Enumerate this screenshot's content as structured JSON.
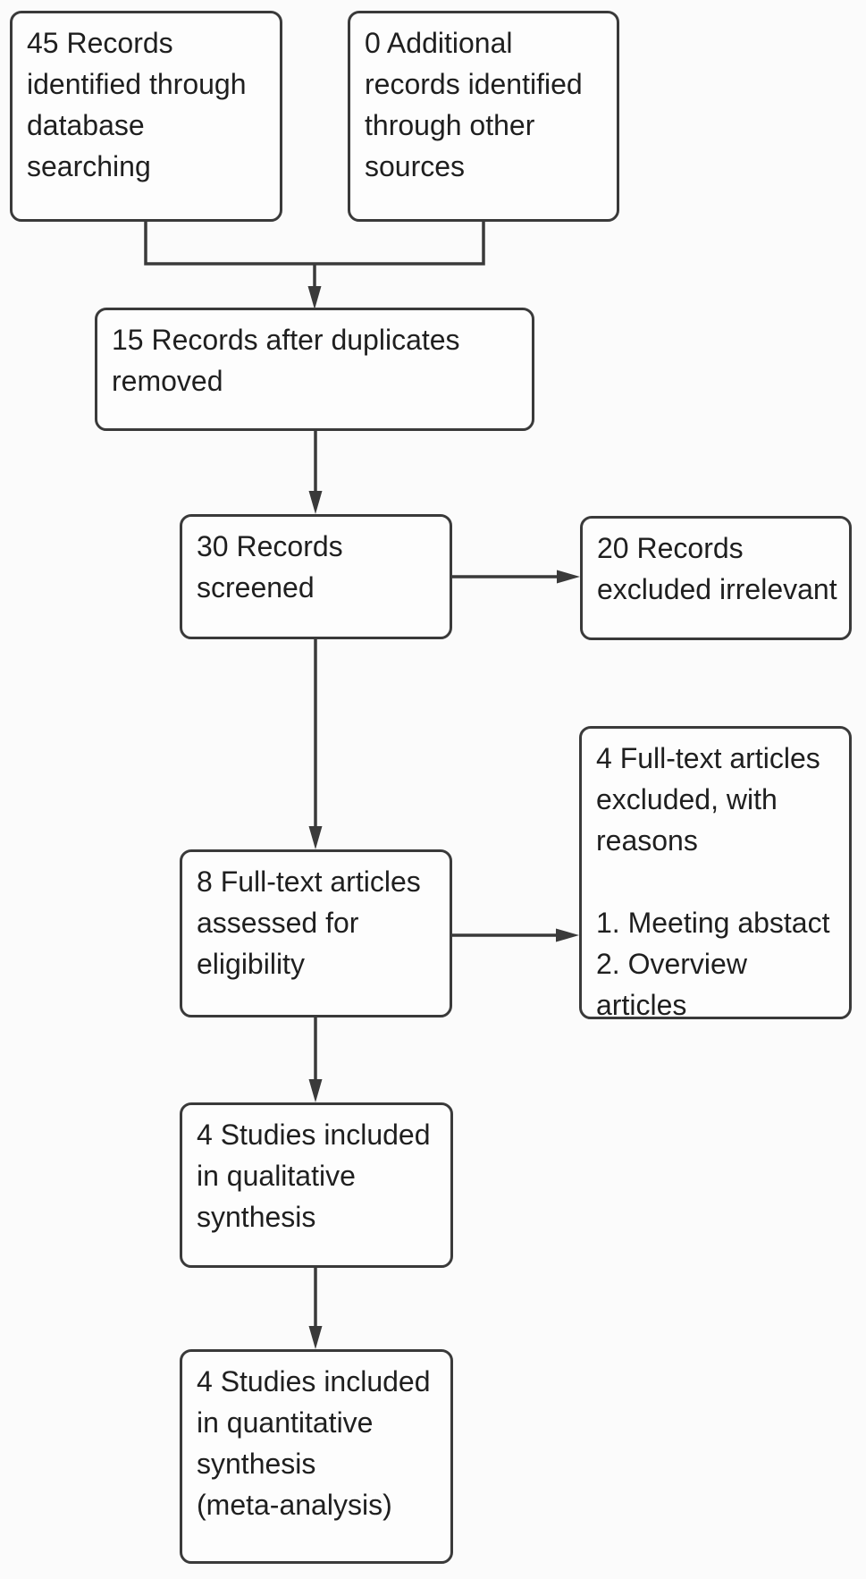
{
  "diagram": {
    "title": "PRISMA study selection flow diagram",
    "colors": {
      "bg": "#fbfbfb",
      "box": "#fdfdfd",
      "line": "#3a3a3a",
      "text": "#1f1f1f"
    },
    "boxes": {
      "identified": {
        "count": "45",
        "text": "45 Records\nidentified through\ndatabase\nsearching"
      },
      "additional": {
        "count": "0",
        "text": "0 Additional\nrecords identified\nthrough other\nsources"
      },
      "deduplicated": {
        "count": "15",
        "text": "15 Records after duplicates\nremoved"
      },
      "screened": {
        "count": "30",
        "text": "30 Records\nscreened"
      },
      "excluded": {
        "count": "20",
        "text": "20 Records\nexcluded irrelevant"
      },
      "fulltext_assessed": {
        "count": "8",
        "text": "8 Full-text articles\nassessed for\neligibility"
      },
      "fulltext_excluded": {
        "count": "4",
        "text": "4 Full-text articles\nexcluded, with\nreasons\n\n1. Meeting abstact\n2. Overview articles"
      },
      "qualitative": {
        "count": "4",
        "text": "4 Studies included\nin qualitative\nsynthesis"
      },
      "quantitative": {
        "count": "4",
        "text": "4 Studies included\nin quantitative\nsynthesis\n(meta-analysis)"
      }
    }
  }
}
